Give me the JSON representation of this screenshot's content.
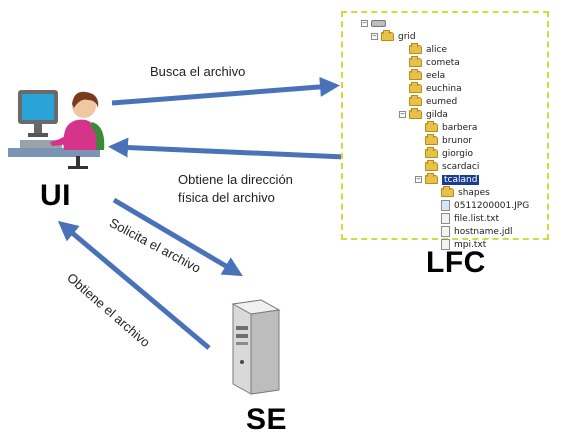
{
  "nodes": {
    "ui": "UI",
    "lfc": "LFC",
    "se": "SE"
  },
  "arrows": {
    "busca": "Busca el archivo",
    "obtiene_direccion_line1": "Obtiene la dirección",
    "obtiene_direccion_line2": "física del archivo",
    "solicita": "Solicita el archivo",
    "obtiene_archivo": "Obtiene el archivo"
  },
  "tree": {
    "root": "grid",
    "items": [
      "alice",
      "cometa",
      "eela",
      "euchina",
      "eumed",
      "gilda",
      "barbera",
      "brunor",
      "giorgio",
      "scardaci",
      "tcaland",
      "shapes",
      "0511200001.JPG",
      "file.list.txt",
      "hostname.jdl",
      "mpi.txt"
    ]
  },
  "colors": {
    "arrow": "#4a72b8",
    "tree_border": "#cfdc3a",
    "folder": "#e8c04a",
    "selection": "#1c3d8f"
  },
  "icons": {
    "user": "user-at-computer-icon",
    "server": "server-tower-icon",
    "folder": "folder-icon",
    "file": "file-icon"
  }
}
